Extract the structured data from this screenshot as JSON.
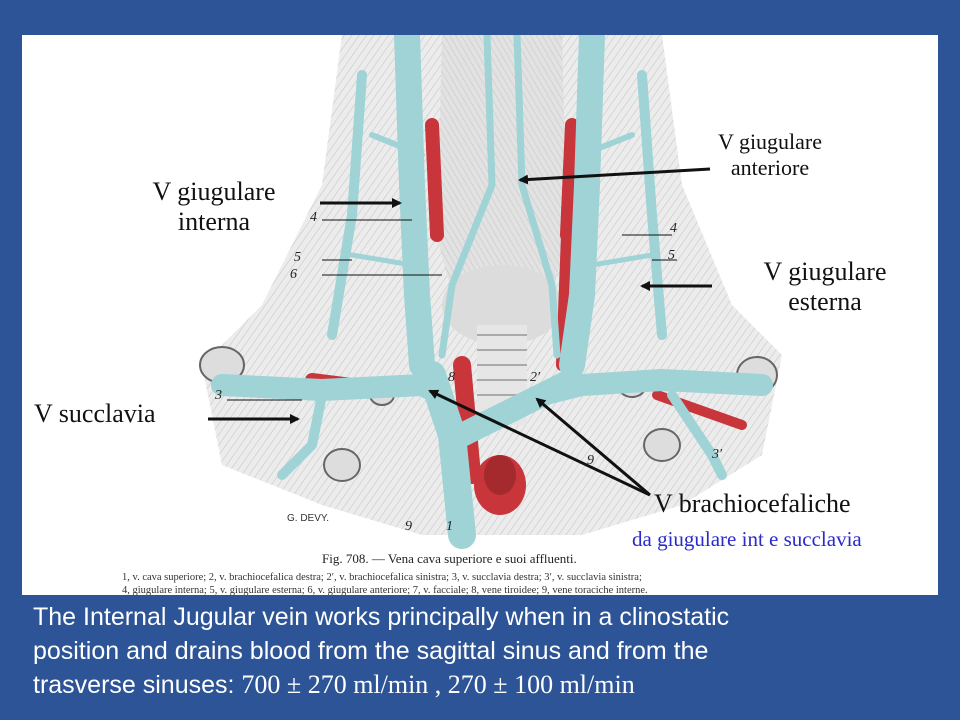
{
  "colors": {
    "background": "#2c5496",
    "vein": "#9fd3d6",
    "artery": "#c8353a",
    "text_blue": "#2a2acc"
  },
  "labels": {
    "giugulare_interna_line1": "V giugulare",
    "giugulare_interna_line2": "interna",
    "giugulare_anteriore_line1": "V giugulare",
    "giugulare_anteriore_line2": "anteriore",
    "giugulare_esterna_line1": "V giugulare",
    "giugulare_esterna_line2": "esterna",
    "succlavia": "V succlavia",
    "brachiocefaliche": "V brachiocefaliche",
    "brachio_note": "da giugulare int e succlavia"
  },
  "figure": {
    "signature": "G. DEVY.",
    "caption_title": "Fig. 708. — Vena cava superiore e suoi affluenti.",
    "caption_legend_line1": "1, v. cava superiore; 2, v. brachiocefalica destra; 2′, v. brachiocefalica sinistra; 3, v. succlavia destra; 3′, v. succlavia sinistra;",
    "caption_legend_line2": "4, giugulare interna; 5, v. giugulare esterna; 6, v. giugulare anteriore; 7, v. facciale; 8, vene tiroidee; 9, vene toraciche interne.",
    "numbers": {
      "n4_left": "4",
      "n5_left": "5",
      "n6_left": "6",
      "n4_right": "4",
      "n5_right": "5",
      "n3_left": "3",
      "n8": "8",
      "n2p": "2′",
      "n9_right": "9",
      "n3p": "3′",
      "n9_bottom": "9",
      "n1": "1"
    }
  },
  "description": {
    "line1": "The Internal Jugular vein works principally when in a clinostatic",
    "line2": "position and drains blood from the sagittal sinus and from the",
    "line3_start": "trasverse sinuses: ",
    "line3_values": "700 ± 270 ml/min  , 270 ± 100 ml/min"
  }
}
